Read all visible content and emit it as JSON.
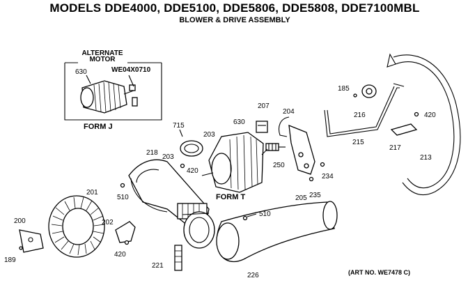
{
  "title": "MODELS DDE4000, DDE5100, DDE5806, DDE5808, DDE7100MBL",
  "subtitle": "BLOWER & DRIVE ASSEMBLY",
  "art_no": "(ART NO. WE7478 C)",
  "inset": {
    "heading_line1": "ALTERNATE",
    "heading_line2": "MOTOR",
    "part_number": "WE04X0710",
    "form_label": "FORM J"
  },
  "form_t_label": "FORM T",
  "callouts": {
    "c630_inset": "630",
    "c715": "715",
    "c203a": "203",
    "c203b": "203",
    "c420a": "420",
    "c630": "630",
    "c207": "207",
    "c204": "204",
    "c185": "185",
    "c216": "216",
    "c420b": "420",
    "c215": "215",
    "c217": "217",
    "c213": "213",
    "c218": "218",
    "c250": "250",
    "c234": "234",
    "c205": "205",
    "c235": "235",
    "c201": "201",
    "c510a": "510",
    "c510b": "510",
    "c202": "202",
    "c420c": "420",
    "c200": "200",
    "c189": "189",
    "c221": "221",
    "c226": "226"
  }
}
